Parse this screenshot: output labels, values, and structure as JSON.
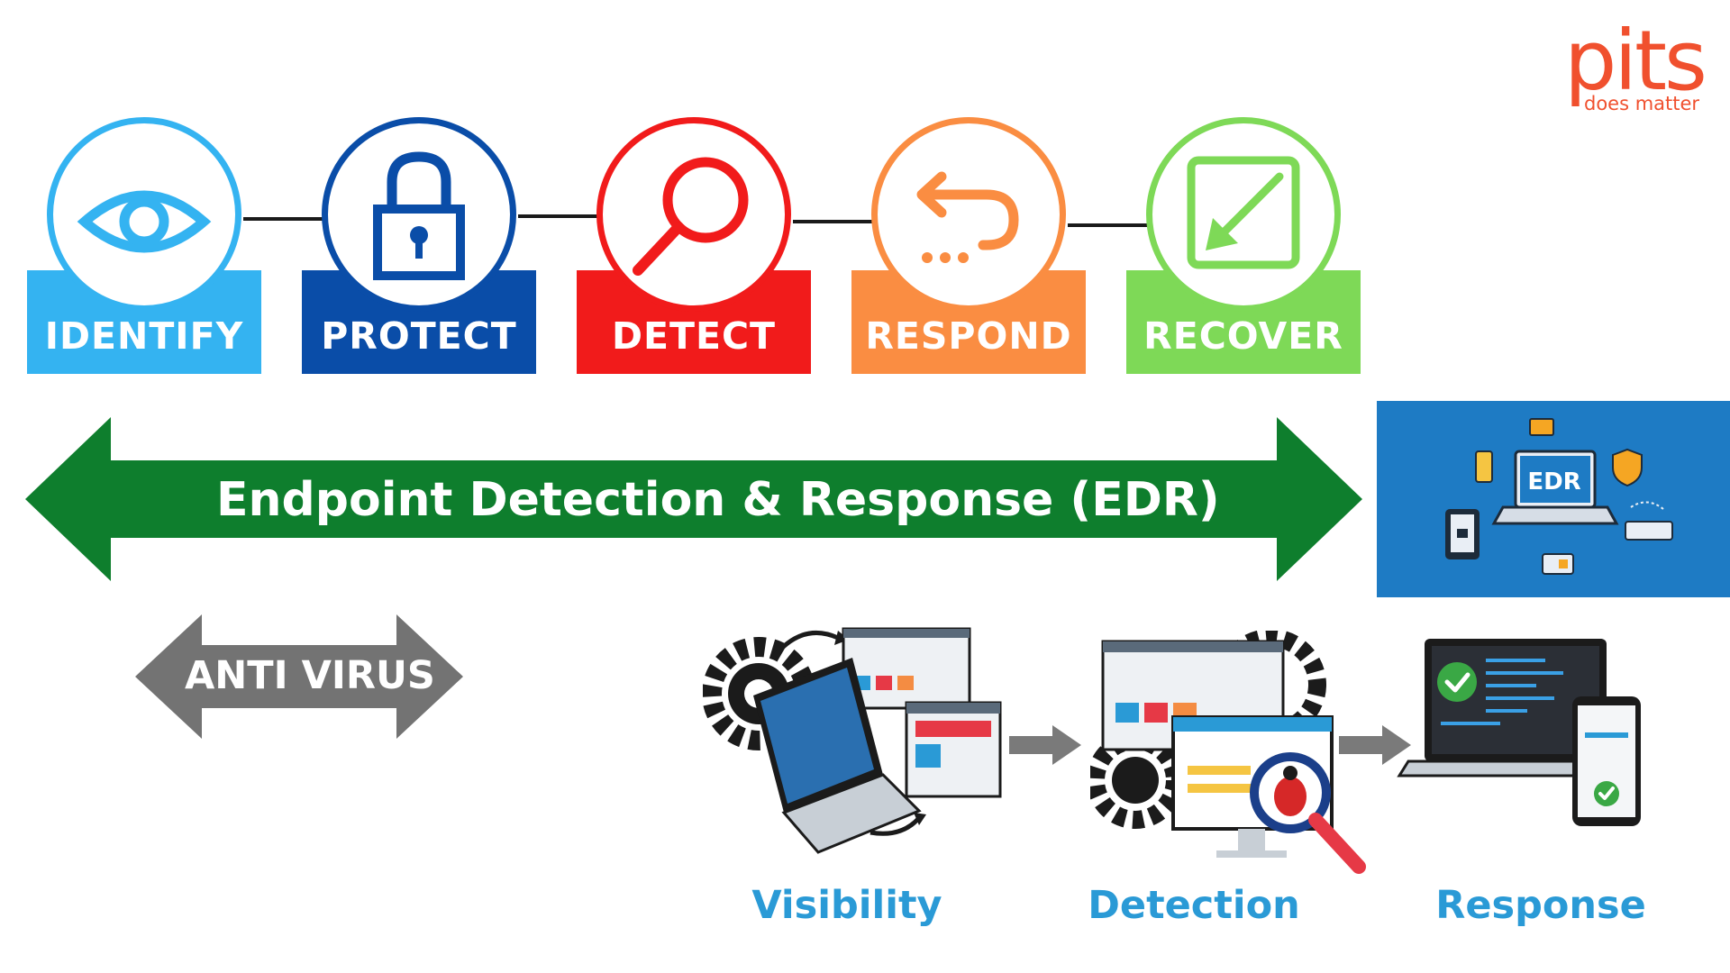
{
  "logo": {
    "brand": "pits",
    "tagline": "does matter"
  },
  "framework": {
    "stages": [
      {
        "label": "IDENTIFY",
        "icon": "eye-icon",
        "color": "#34b3f1"
      },
      {
        "label": "PROTECT",
        "icon": "lock-icon",
        "color": "#0a4da8"
      },
      {
        "label": "DETECT",
        "icon": "magnifier-icon",
        "color": "#f11b1b"
      },
      {
        "label": "RESPOND",
        "icon": "return-arrow-icon",
        "color": "#fa8d42"
      },
      {
        "label": "RECOVER",
        "icon": "recover-arrow-icon",
        "color": "#7ed957"
      }
    ]
  },
  "edr_arrow": {
    "label": "Endpoint Detection & Response (EDR)",
    "color": "#0e7e2d"
  },
  "antivirus_arrow": {
    "label": "ANTI VIRUS",
    "color": "#737373"
  },
  "edr_panel": {
    "label": "EDR",
    "background": "#1e7bc4"
  },
  "steps": [
    {
      "label": "Visibility",
      "icon": "laptop-gears-icon"
    },
    {
      "label": "Detection",
      "icon": "bug-magnifier-icon"
    },
    {
      "label": "Response",
      "icon": "laptop-phone-check-icon"
    }
  ]
}
